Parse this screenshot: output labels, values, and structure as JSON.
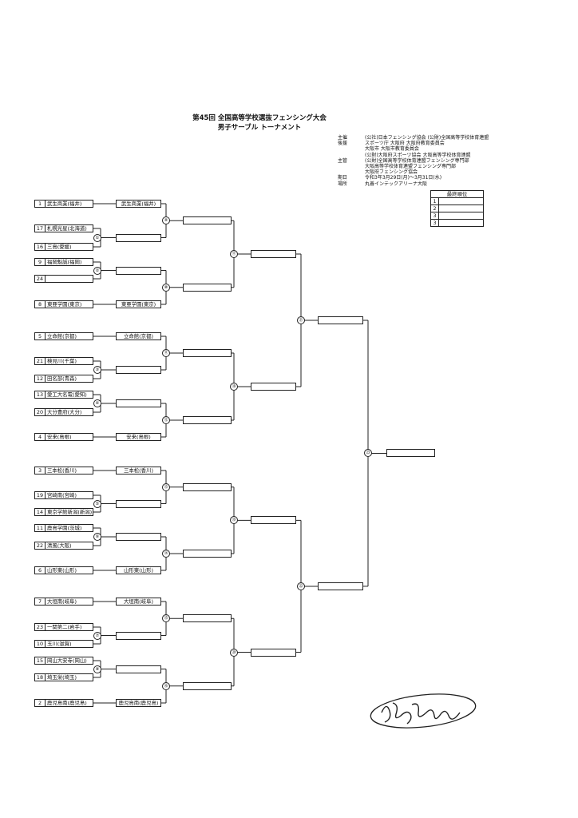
{
  "header": {
    "title_line1": "第45回 全国高等学校選抜フェンシング大会",
    "title_line2": "男子サーブル トーナメント"
  },
  "organizers": [
    {
      "label": "主催",
      "text": "(公社)日本フェンシング協会 (公財)全国高等学校体育連盟"
    },
    {
      "label": "後援",
      "text": "スポーツ庁 大阪府 大阪府教育委員会"
    },
    {
      "label": "",
      "text": "大阪市 大阪市教育委員会"
    },
    {
      "label": "",
      "text": "(公財)大阪府スポーツ協会 大阪高等学校体育連盟"
    },
    {
      "label": "主管",
      "text": "(公財)全国高等学校体育連盟フェンシング専門部"
    },
    {
      "label": "",
      "text": "大阪高等学校体育連盟フェンシング専門部"
    },
    {
      "label": "",
      "text": "大阪府フェンシング協会"
    },
    {
      "label": "期日",
      "text": "令和3年3月29日(月)～3月31日(水)"
    },
    {
      "label": "場所",
      "text": "丸善インテックアリーナ大阪"
    }
  ],
  "final_ranking": {
    "heading": "最終順位",
    "places": [
      "1",
      "2",
      "3",
      "3"
    ]
  },
  "entries": [
    {
      "seed": "1",
      "team": "武生商業(福井)"
    },
    {
      "seed": "17",
      "team": "札幌光星(北海道)"
    },
    {
      "seed": "16",
      "team": "三島(愛媛)"
    },
    {
      "seed": "9",
      "team": "福岡魁誠(福岡)"
    },
    {
      "seed": "24",
      "team": ""
    },
    {
      "seed": "8",
      "team": "東亜学園(東京)"
    },
    {
      "seed": "5",
      "team": "立命館(京都)"
    },
    {
      "seed": "21",
      "team": "検見川(千葉)"
    },
    {
      "seed": "12",
      "team": "田名部(青森)"
    },
    {
      "seed": "13",
      "team": "愛工大名電(愛知)"
    },
    {
      "seed": "20",
      "team": "大分豊府(大分)"
    },
    {
      "seed": "4",
      "team": "安来(島根)"
    },
    {
      "seed": "3",
      "team": "三本松(香川)"
    },
    {
      "seed": "19",
      "team": "宮崎南(宮崎)"
    },
    {
      "seed": "14",
      "team": "東京学館新潟(新潟)"
    },
    {
      "seed": "11",
      "team": "鹿島学園(茨城)"
    },
    {
      "seed": "22",
      "team": "清風(大阪)"
    },
    {
      "seed": "6",
      "team": "山形東(山形)"
    },
    {
      "seed": "7",
      "team": "大垣南(岐阜)"
    },
    {
      "seed": "23",
      "team": "一関第二(岩手)"
    },
    {
      "seed": "10",
      "team": "玉川(滋賀)"
    },
    {
      "seed": "15",
      "team": "岡山大安寺(岡山)"
    },
    {
      "seed": "18",
      "team": "埼玉栄(埼玉)"
    },
    {
      "seed": "2",
      "team": "鹿児島南(鹿児島)"
    }
  ],
  "byes": [
    "武生商業(福井)",
    "東亜学園(東京)",
    "立命館(京都)",
    "安来(島根)",
    "三本松(香川)",
    "山形東(山形)",
    "大垣南(岐阜)",
    "鹿児島南(鹿児島)"
  ],
  "bout_numbers": {
    "r1": [
      "①",
      "②",
      "③",
      "④",
      "⑤",
      "⑥",
      "⑦",
      "⑧"
    ],
    "r2": [
      "⑨",
      "⑩",
      "⑪",
      "⑫",
      "⑬",
      "⑭",
      "⑮",
      "⑯"
    ],
    "r3": [
      "⑰",
      "⑱",
      "⑲",
      "⑳"
    ],
    "r4": [
      "㉑",
      "㉒"
    ],
    "final": "㉓"
  }
}
